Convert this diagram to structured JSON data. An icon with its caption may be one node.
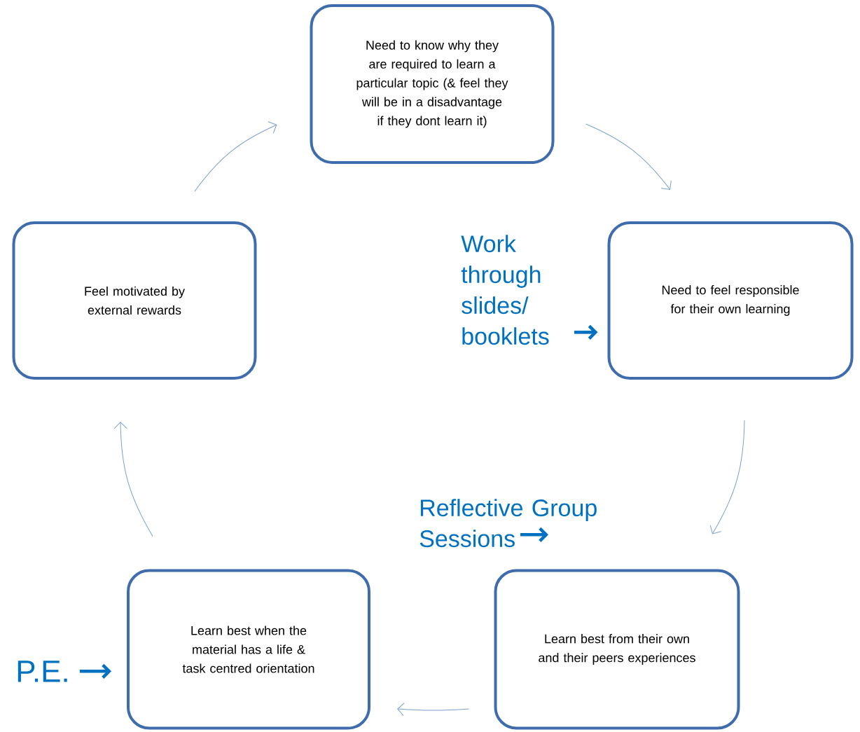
{
  "diagram": {
    "nodes": [
      {
        "text": [
          "Need to know why they are required to learn a particular topic (& feel they will be in a disadvantage if they dont learn it)"
        ]
      },
      {
        "text": [
          "Need to feel responsible for their own learning"
        ]
      },
      {
        "text": [
          "Learn best from their own and their peers experiences"
        ]
      },
      {
        "text": [
          "Learn best when the material has a life & task centred orientation"
        ]
      },
      {
        "text": [
          "Feel motivated by external rewards"
        ]
      },
      {
        "text": [
          "Work through slides/ booklets"
        ]
      },
      {
        "text": [
          "Reflective Group Sessions"
        ]
      },
      {
        "text": [
          "P.E."
        ]
      }
    ],
    "edges": [
      {
        "from": 0,
        "to": 1,
        "arrow": "to"
      },
      {
        "from": 1,
        "to": 2,
        "arrow": "to"
      },
      {
        "from": 2,
        "to": 3,
        "arrow": "to"
      },
      {
        "from": 3,
        "to": 4,
        "arrow": "to"
      },
      {
        "from": 4,
        "to": 0,
        "arrow": "to"
      },
      {
        "from": 5,
        "to": 1,
        "arrow": "to",
        "style": "thick",
        "color": "#0070c0"
      },
      {
        "from": 6,
        "to": null,
        "arrow": "to",
        "style": "thick",
        "color": "#0070c0"
      },
      {
        "from": 7,
        "to": 3,
        "arrow": "to",
        "style": "thick",
        "color": "#0070c0"
      }
    ]
  }
}
